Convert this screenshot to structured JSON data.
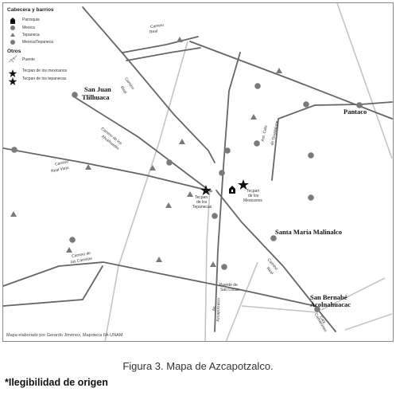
{
  "legend": {
    "title": "Cabecera y barrios",
    "items": [
      {
        "icon": "parish-icon",
        "label": "Parroquia"
      },
      {
        "icon": "mexica-dot-icon",
        "label": "Mexica"
      },
      {
        "icon": "tepaneca-triangle-icon",
        "label": "Tepaneca"
      },
      {
        "icon": "mexica-tepaneca-dot-icon",
        "label": "Mexica/Tepaneca"
      }
    ],
    "others_title": "Otros",
    "others": [
      {
        "icon": "bridge-icon",
        "label": "Puente"
      },
      {
        "icon": "star-icon",
        "label": "Tecpan de los mexicanos"
      },
      {
        "icon": "star-icon",
        "label": "Tecpan de los tepanecas"
      }
    ]
  },
  "places": {
    "san_juan_1": "San Juan",
    "san_juan_2": "Tlilhuaca",
    "pantaco": "Pantaco",
    "santa_maria": "Santa María Malinalco",
    "san_bernabe_1": "San Bernabé",
    "san_bernabe_2": "Acolnahuacac",
    "tecpan_tep_1": "Tecpan",
    "tecpan_tep_2": "de los",
    "tecpan_tep_3": "Tepanecas",
    "tecpan_mex_1": "Tecpan",
    "tecpan_mex_2": "de los",
    "tecpan_mex_3": "Mexicanos",
    "puente_1": "Puente de",
    "puente_2": "San Lucas"
  },
  "roads": {
    "camino_real_top_1": "Camino",
    "camino_real_top_2": "Real",
    "camino_real_left_1": "Camino",
    "camino_real_left_2": "Real",
    "ahuehuetes_1": "Camino de los",
    "ahuehuetes_2": "Ahuehuetes",
    "real_viejo_1": "Camino",
    "real_viejo_2": "Real Viejo",
    "carretas_1": "Camino de",
    "carretas_2": "las Carretas",
    "guadalupe_1": "Ant. Calz.",
    "guadalupe_2": "de Guadalupe",
    "camino_real_mid_1": "Camino",
    "camino_real_mid_2": "Real",
    "azcapotzalco_1": "Av.",
    "azcapotzalco_2": "Azcapotzalco",
    "calz_1": "Calz.",
    "calz_2": "Camarones"
  },
  "credit": "Mapa elaborado por Gerardo Jiménez, Mapoteca IIA-UNAM",
  "caption": "Figura 3. Mapa de Azcapotzalco.",
  "note": "*Ilegibilidad de origen",
  "colors": {
    "road": "#555555",
    "minor_road": "#b8b8b8",
    "symbol": "#777777"
  }
}
